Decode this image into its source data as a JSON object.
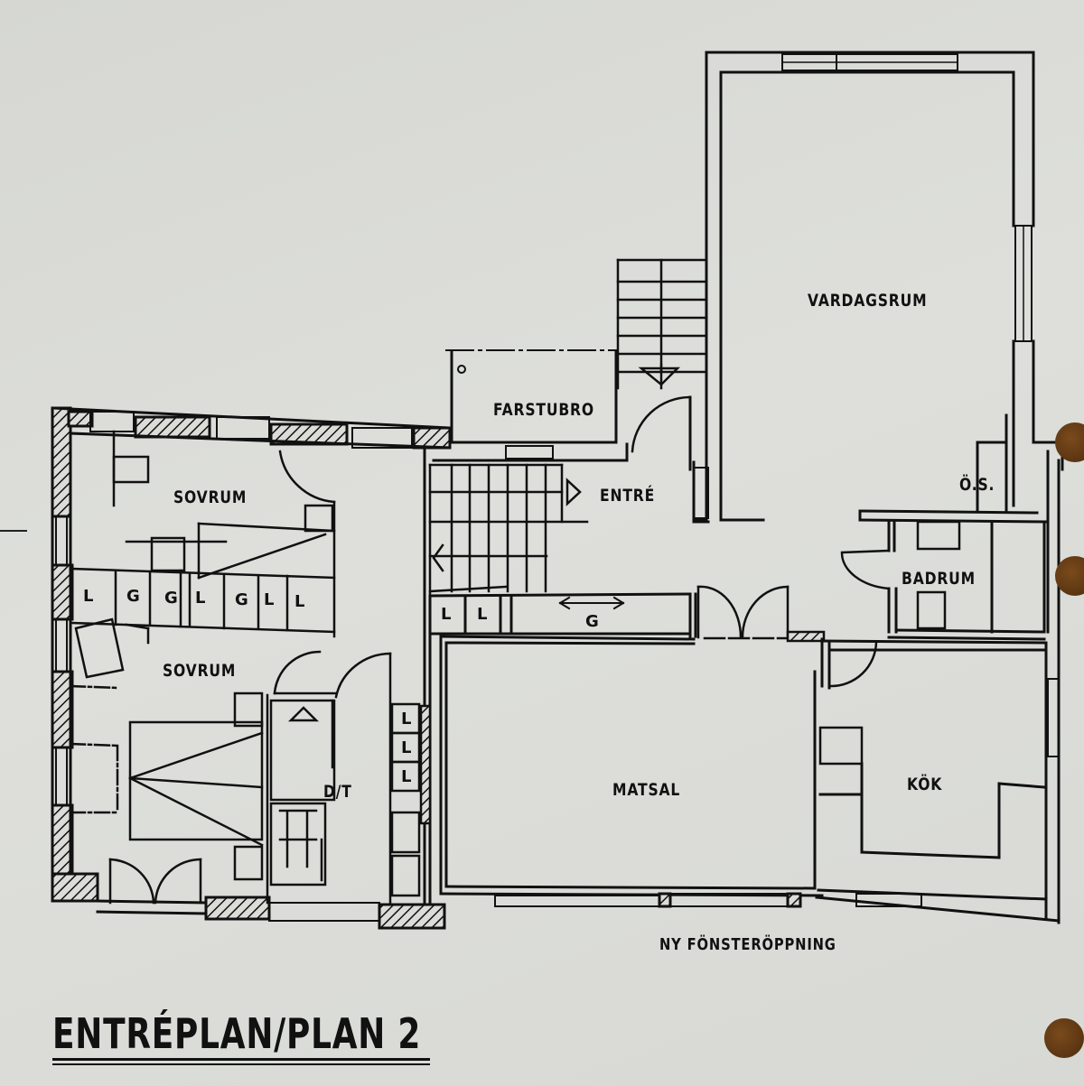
{
  "drawing": {
    "title": "ENTRÉPLAN/PLAN 2",
    "annotation": "NY FÖNSTERÖPPNING",
    "colors": {
      "paper": "#d9dad6",
      "ink": "#111111",
      "binder_hole": "#6a3f17"
    }
  },
  "rooms": {
    "vardagsrum": "VARDAGSRUM",
    "farstubro": "FARSTUBRO",
    "entre": "ENTRÉ",
    "sovrum_upper": "SOVRUM",
    "sovrum_lower": "SOVRUM",
    "badrum": "BADRUM",
    "os": "Ö.S.",
    "dt": "D/T",
    "matsal": "MATSAL",
    "kok": "KÖK"
  },
  "storage_labels": {
    "bedroom_row": [
      "L",
      "G",
      "G",
      "L",
      "G",
      "L",
      "L"
    ],
    "hall_row": [
      "L",
      "L"
    ],
    "hall_wardrobe": "G",
    "dt_column": [
      "L",
      "L",
      "L"
    ]
  }
}
